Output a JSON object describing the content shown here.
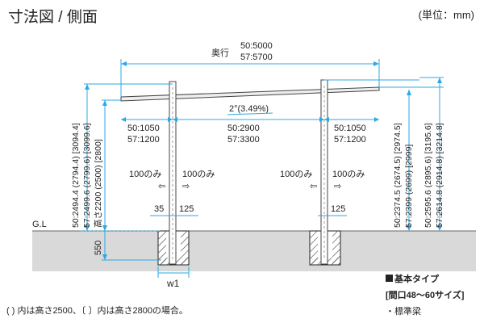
{
  "header": {
    "title": "寸法図 / 側面",
    "unit": "(単位：mm)"
  },
  "drawing": {
    "depth_label": "奥行",
    "depth_50": "50:5000",
    "depth_57": "57:5700",
    "slope": "2°(3.49%)",
    "left_span_50": "50:1050",
    "left_span_57": "57:1200",
    "mid_span_50": "50:2900",
    "mid_span_57": "57:3300",
    "right_span_50": "50:1050",
    "right_span_57": "57:1200",
    "only100_1": "100のみ",
    "only100_2": "100のみ",
    "only100_3": "100のみ",
    "only100_4": "100のみ",
    "post_35": "35",
    "post_125_left": "125",
    "post_125_right": "125",
    "gl": "G.L",
    "depth_550": "550",
    "w1": "w1",
    "height_total_left_50": "50:2494.4 (2794.4) [3094.4]",
    "height_total_left_57": "57:2499.6 (2799.6) [3099.6]",
    "height_post_left": "高さ2200 (2500) [2800]",
    "height_inner_right_50": "50:2374.5 (2674.5) [2974.5]",
    "height_inner_right_57": "57:2399 (2699) [2999]",
    "height_total_right_50": "50:2595.6 (2895.6) [3195.6]",
    "height_total_right_57": "57:2614.8 (2914.8) [3214.8]"
  },
  "legend": {
    "title": "基本タイプ",
    "size_range": "[間口48～60サイズ]",
    "beam": "・標準梁"
  },
  "footnote": "( ) 内は高さ2500、〔 〕内は高さ2800の場合。",
  "colors": {
    "dimension": "#2ba8e6",
    "ground": "#d9d9d9",
    "structure": "#555555"
  }
}
